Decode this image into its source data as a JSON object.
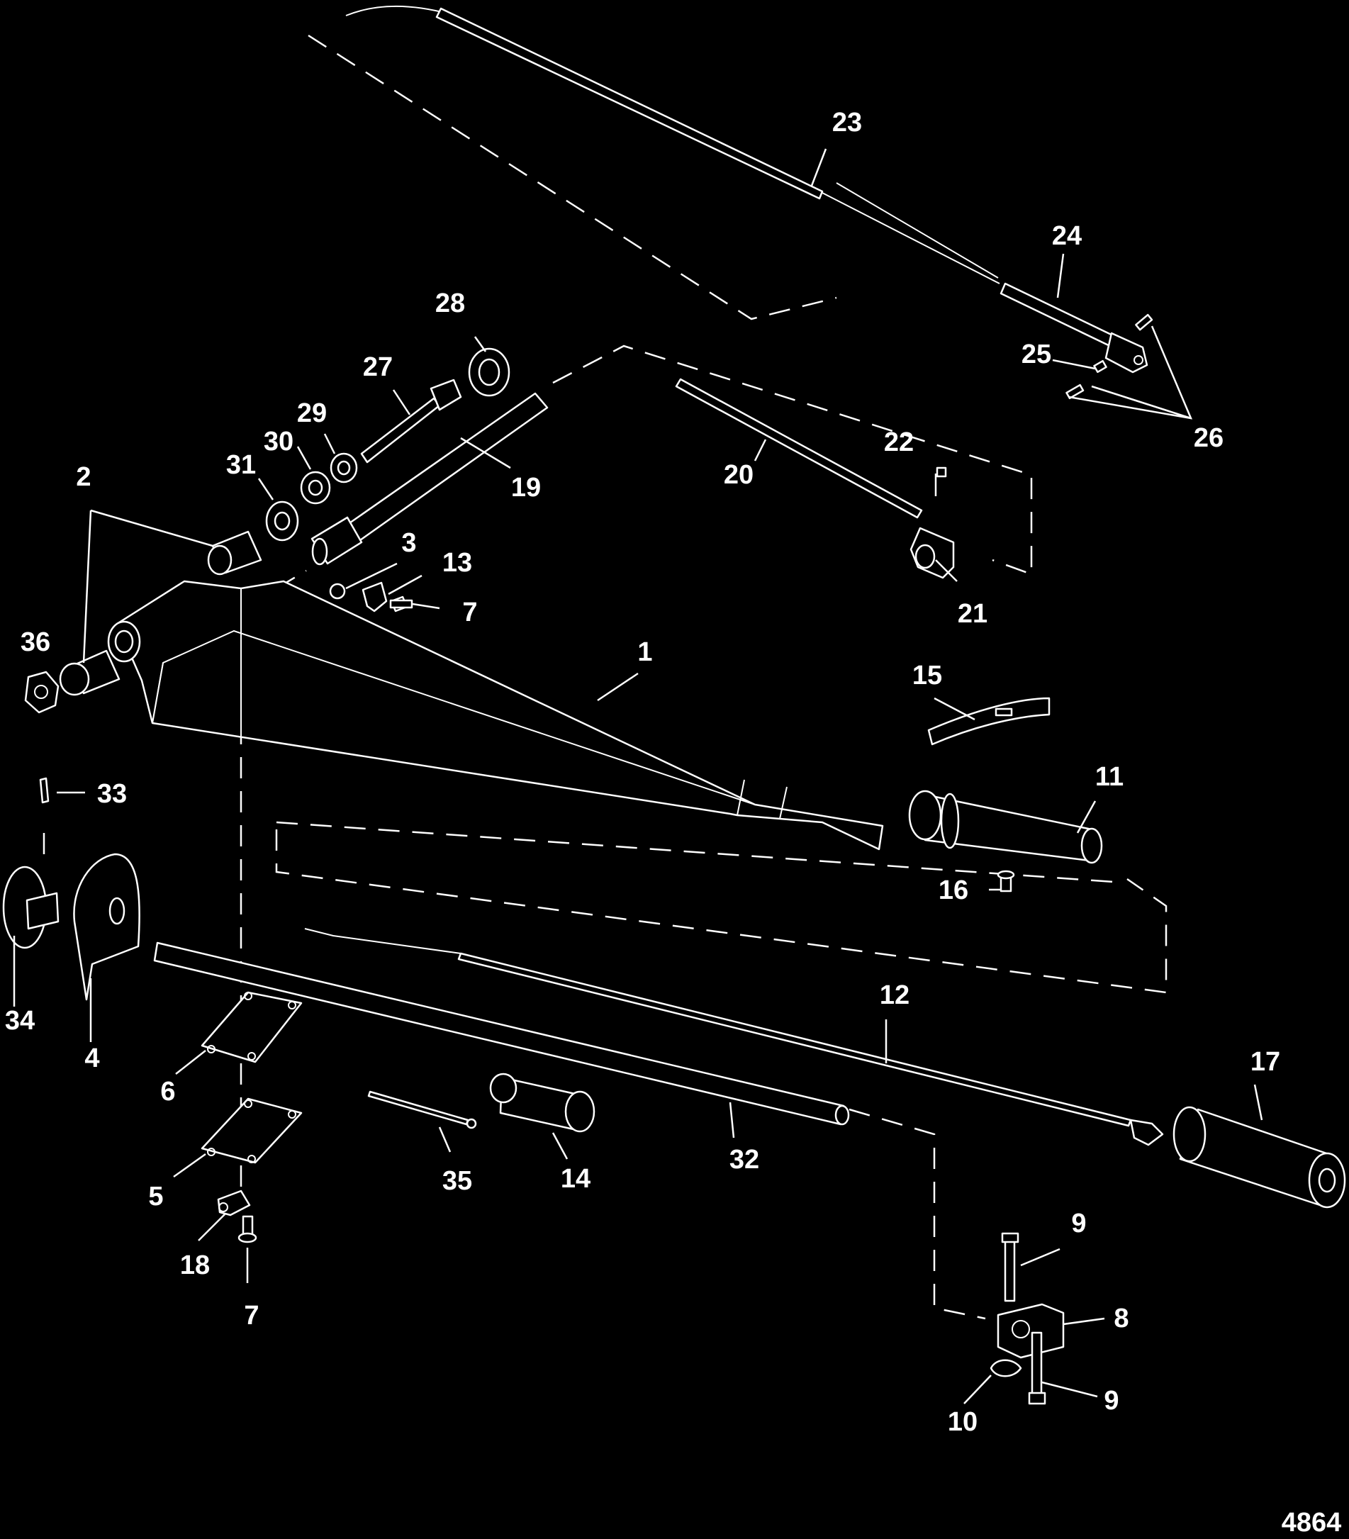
{
  "figure_id": "4864",
  "callouts": [
    {
      "id": "c1",
      "text": "1"
    },
    {
      "id": "c2",
      "text": "2"
    },
    {
      "id": "c3",
      "text": "3"
    },
    {
      "id": "c4",
      "text": "4"
    },
    {
      "id": "c5",
      "text": "5"
    },
    {
      "id": "c6",
      "text": "6"
    },
    {
      "id": "c7a",
      "text": "7"
    },
    {
      "id": "c7b",
      "text": "7"
    },
    {
      "id": "c8",
      "text": "8"
    },
    {
      "id": "c9a",
      "text": "9"
    },
    {
      "id": "c9b",
      "text": "9"
    },
    {
      "id": "c10",
      "text": "10"
    },
    {
      "id": "c11",
      "text": "11"
    },
    {
      "id": "c12",
      "text": "12"
    },
    {
      "id": "c13",
      "text": "13"
    },
    {
      "id": "c14",
      "text": "14"
    },
    {
      "id": "c15",
      "text": "15"
    },
    {
      "id": "c16",
      "text": "16"
    },
    {
      "id": "c17",
      "text": "17"
    },
    {
      "id": "c18",
      "text": "18"
    },
    {
      "id": "c19",
      "text": "19"
    },
    {
      "id": "c20",
      "text": "20"
    },
    {
      "id": "c21",
      "text": "21"
    },
    {
      "id": "c22",
      "text": "22"
    },
    {
      "id": "c23",
      "text": "23"
    },
    {
      "id": "c24",
      "text": "24"
    },
    {
      "id": "c25",
      "text": "25"
    },
    {
      "id": "c26",
      "text": "26"
    },
    {
      "id": "c27",
      "text": "27"
    },
    {
      "id": "c28",
      "text": "28"
    },
    {
      "id": "c29",
      "text": "29"
    },
    {
      "id": "c30",
      "text": "30"
    },
    {
      "id": "c31",
      "text": "31"
    },
    {
      "id": "c32",
      "text": "32"
    },
    {
      "id": "c33",
      "text": "33"
    },
    {
      "id": "c34",
      "text": "34"
    },
    {
      "id": "c35",
      "text": "35"
    },
    {
      "id": "c36",
      "text": "36"
    }
  ],
  "colors": {
    "background": "#000000",
    "line": "#ffffff"
  }
}
